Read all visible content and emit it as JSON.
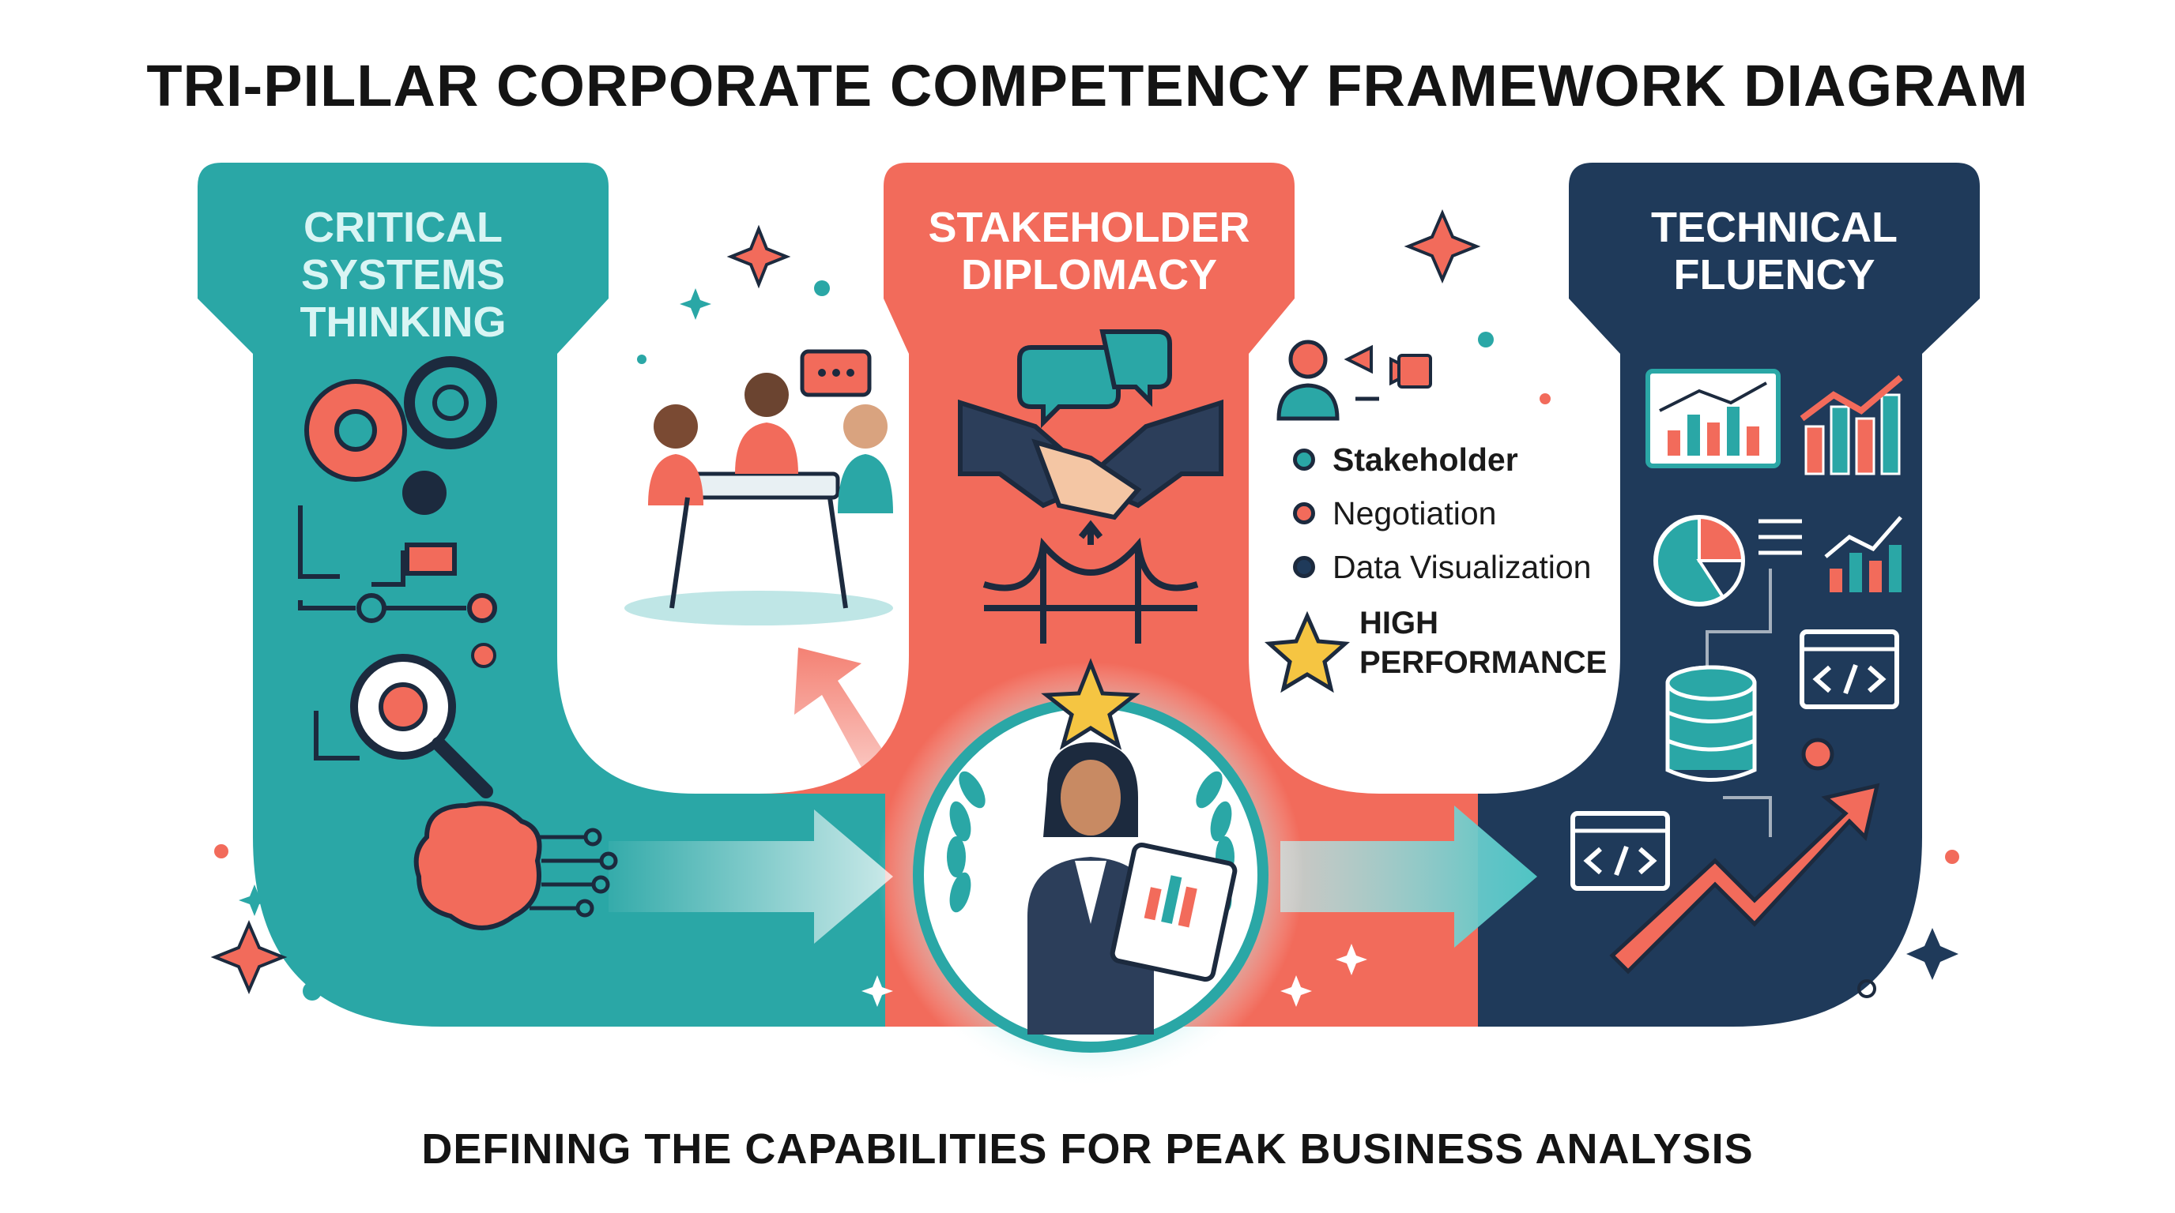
{
  "title": "TRI-PILLAR CORPORATE COMPETENCY FRAMEWORK DIAGRAM",
  "subtitle": "DEFINING THE CAPABILITIES FOR PEAK BUSINESS ANALYSIS",
  "pillars": [
    {
      "line1": "CRITICAL SYSTEMS",
      "line2": "THINKING",
      "color": "#2aa7a6",
      "text_color": "#ffffff"
    },
    {
      "line1": "STAKEHOLDER",
      "line2": "DIPLOMACY",
      "color": "#f26b5b",
      "text_color": "#ffffff"
    },
    {
      "line1": "TECHNICAL",
      "line2": "FLUENCY",
      "color": "#1f3a5a",
      "text_color": "#ffffff"
    }
  ],
  "legend": [
    {
      "label": "Stakeholder",
      "color": "#2aa7a6"
    },
    {
      "label": "Negotiation",
      "color": "#f26b5b"
    },
    {
      "label": "Data Visualization",
      "color": "#1f3a5a"
    }
  ],
  "badge": {
    "line1": "HIGH",
    "line2": "PERFORMANCE",
    "icon": "star-icon"
  },
  "icons": [
    "gear-icon",
    "flowchart-icon",
    "magnifier-gear-icon",
    "brain-circuit-icon",
    "meeting-team-icon",
    "chat-bubbles-icon",
    "handshake-icon",
    "bridge-icon",
    "people-exchange-icon",
    "bar-chart-icon",
    "trend-chart-icon",
    "pie-chart-icon",
    "database-icon",
    "code-window-icon",
    "rising-arrow-icon",
    "analyst-woman-icon",
    "laurel-icon"
  ],
  "colors": {
    "teal": "#2aa7a6",
    "coral": "#f26b5b",
    "navy": "#1f3a5a",
    "star": "#f5c542"
  }
}
